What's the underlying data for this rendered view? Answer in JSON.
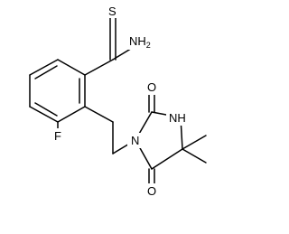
{
  "atoms": {
    "s": "S",
    "nh2": "NH",
    "nh2_sub": "2",
    "f": "F",
    "n1": "N",
    "nh": "NH",
    "o_top": "O",
    "o_bottom": "O"
  }
}
